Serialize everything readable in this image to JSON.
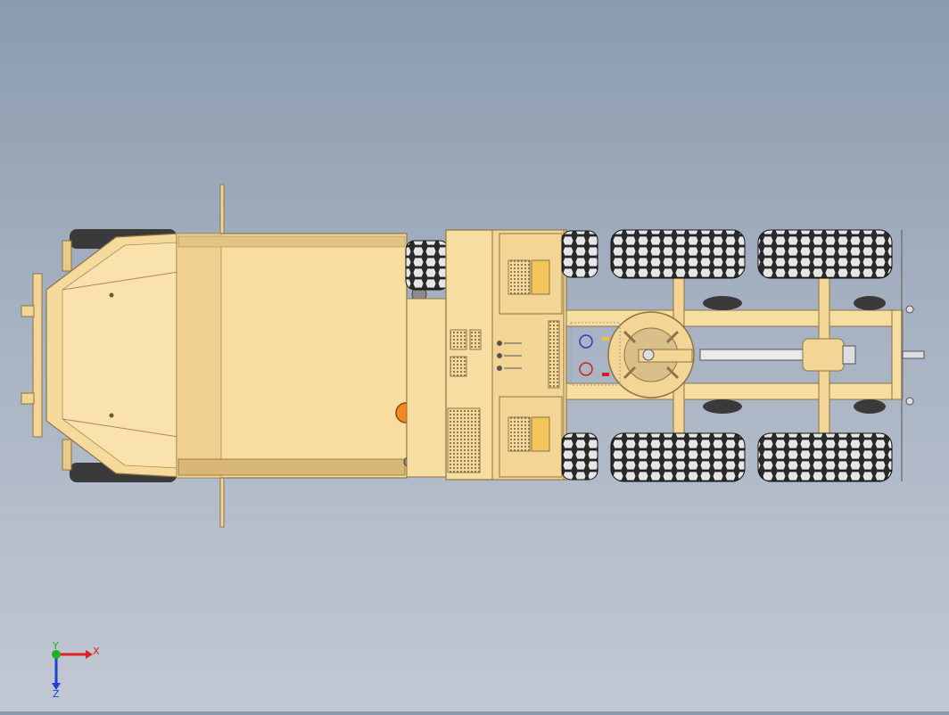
{
  "viewport": {
    "background_top": "#8b9bae",
    "background_bottom": "#c2c8d3",
    "model_name": "",
    "body_color": "#f5d99a",
    "body_shadow": "#c9ac69",
    "tire_color": "#2b2b2b",
    "tire_tread": "#e9e9e9"
  },
  "triad": {
    "x_label": "X",
    "y_label": "Y",
    "z_label": "Z",
    "x_color": "#e02020",
    "y_color": "#20b020",
    "z_color": "#2040d0"
  }
}
